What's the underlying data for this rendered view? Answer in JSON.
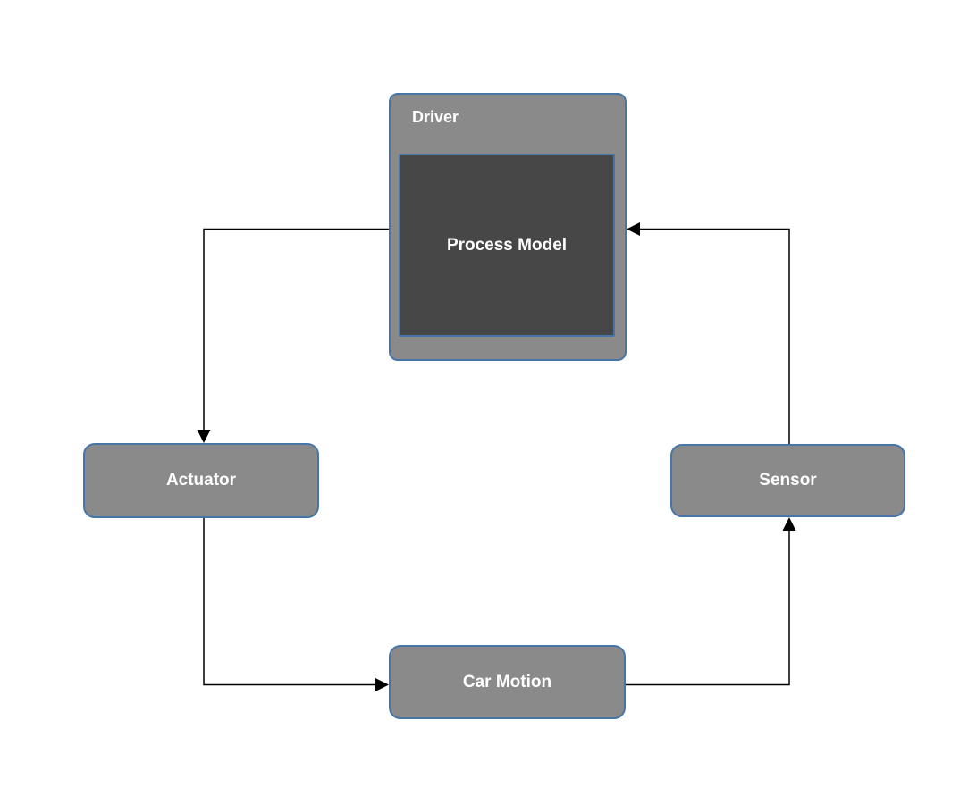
{
  "diagram": {
    "type": "flow-diagram",
    "description": "Closed control loop with driver process model",
    "nodes": {
      "driver": {
        "label": "Driver"
      },
      "process_model": {
        "label": "Process Model"
      },
      "actuator": {
        "label": "Actuator"
      },
      "sensor": {
        "label": "Sensor"
      },
      "car_motion": {
        "label": "Car Motion"
      }
    },
    "edges": [
      {
        "from": "Driver",
        "to": "Actuator"
      },
      {
        "from": "Actuator",
        "to": "Car Motion"
      },
      {
        "from": "Car Motion",
        "to": "Sensor"
      },
      {
        "from": "Sensor",
        "to": "Driver"
      }
    ],
    "colors": {
      "canvas_bg": "#ffffff",
      "node_fill": "#8a8a8a",
      "node_border": "#4676a8",
      "inner_fill": "#474747",
      "node_text": "#ffffff",
      "connector": "#000000"
    }
  }
}
